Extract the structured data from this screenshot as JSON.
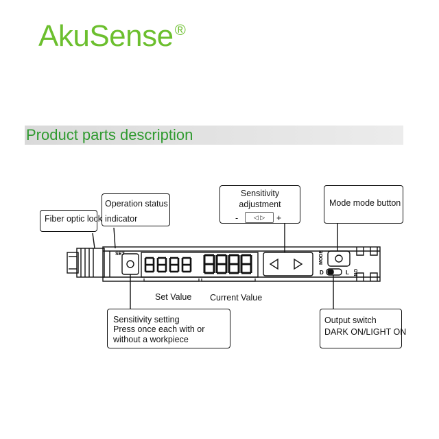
{
  "brand": {
    "name": "AkuSense",
    "registered": "®"
  },
  "section": {
    "title": "Product parts description"
  },
  "callouts": {
    "fiber_lock": "Fiber optic lock",
    "operation_status": {
      "line1": "Operation status",
      "line2": "indicator"
    },
    "sensitivity_adjustment": {
      "line1": "Sensitivity",
      "line2": "adjustment",
      "minus": "-",
      "plus": "+"
    },
    "mode_button": "Mode mode button",
    "sensitivity_setting": {
      "line1": "Sensitivity setting",
      "line2": "Press once each with or",
      "line3": "without a workpiece"
    },
    "output_switch": {
      "line1": "Output switch",
      "line2": "DARK ON/LIGHT ON"
    }
  },
  "display_labels": {
    "set_value": "Set Value",
    "current_value": "Current Value"
  },
  "device": {
    "set_label": "SET",
    "mode_label": "MODE",
    "switch_d": "D",
    "switch_l": "L",
    "on_label": "ON"
  },
  "colors": {
    "brand_green": "#6cbf2e",
    "title_green": "#2f9a2f",
    "bar_gray": "#dcdcdc"
  }
}
